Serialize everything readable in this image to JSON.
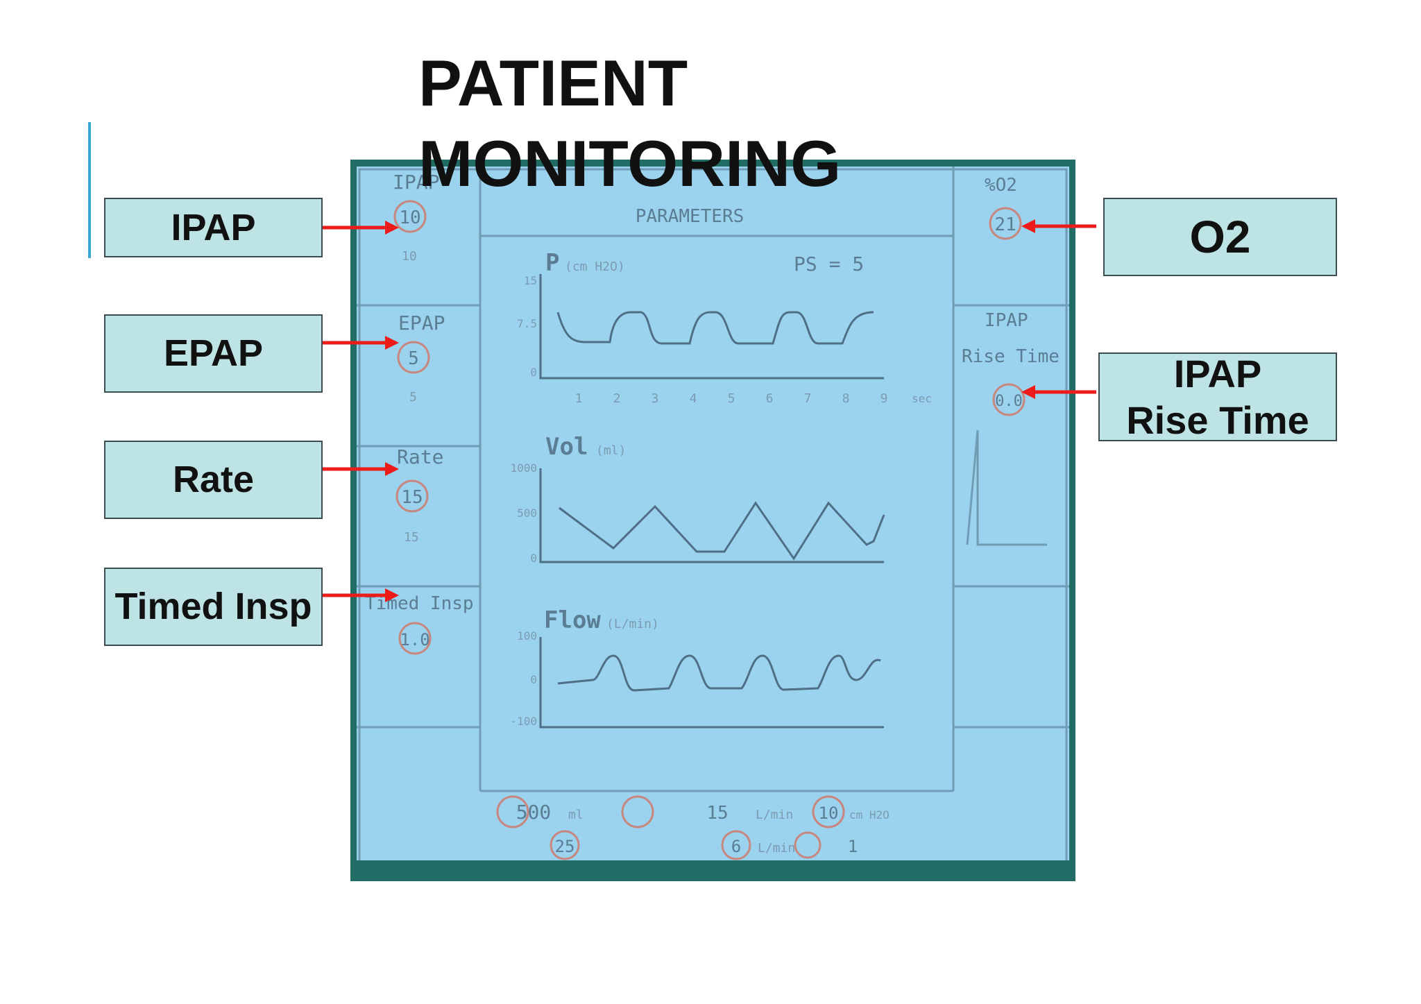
{
  "title": {
    "line1": "PATIENT",
    "line2": "MONITORING"
  },
  "callouts": {
    "ipap": "IPAP",
    "epap": "EPAP",
    "rate": "Rate",
    "timed_insp": "Timed Insp",
    "o2": "O2",
    "ipap_rise_line1": "IPAP",
    "ipap_rise_line2": "Rise Time"
  },
  "monitor": {
    "header": "PARAMETERS",
    "left_panel": {
      "ipap_label": "IPAP",
      "ipap_value": "10",
      "ipap_sub": "10",
      "epap_label": "EPAP",
      "epap_value": "5",
      "epap_sub": "5",
      "rate_label": "Rate",
      "rate_value": "15",
      "rate_sub": "15",
      "timed_label": "Timed Insp",
      "timed_value": "1.0"
    },
    "right_panel": {
      "o2_label": "%O2",
      "o2_value": "21",
      "rise_label1": "IPAP",
      "rise_label2": "Rise Time",
      "rise_value": "0.0"
    },
    "graphs": {
      "pressure_title": "P",
      "pressure_unit": "(cm H2O)",
      "ps_text": "PS = 5",
      "pressure_ticks": [
        "15",
        "7.5",
        "0"
      ],
      "volume_title": "Vol",
      "volume_unit": "(ml)",
      "volume_ticks": [
        "1000",
        "500",
        "0"
      ],
      "flow_title": "Flow",
      "flow_unit": "(L/min)",
      "flow_ticks": [
        "100",
        "0",
        "-100"
      ],
      "x_ticks": [
        "1",
        "2",
        "3",
        "4",
        "5",
        "6",
        "7",
        "8",
        "9"
      ],
      "x_unit": "sec"
    },
    "bottom_bar": {
      "vt_value": "500",
      "vt_unit": "ml",
      "ti_value": "25",
      "min_vent_value": "15",
      "min_vent_unit": "L/min",
      "leak_value": "6",
      "leak_unit": "L/min",
      "pip_value": "10",
      "pip_unit": "cm H2O",
      "rr_value": "1"
    }
  },
  "colors": {
    "callout_fill": "#bde3e5",
    "monitor_screen": "#9bd3ee",
    "monitor_frame": "#226c66",
    "arrow": "#ee1b1b",
    "accent_line": "#3aa7d6"
  }
}
